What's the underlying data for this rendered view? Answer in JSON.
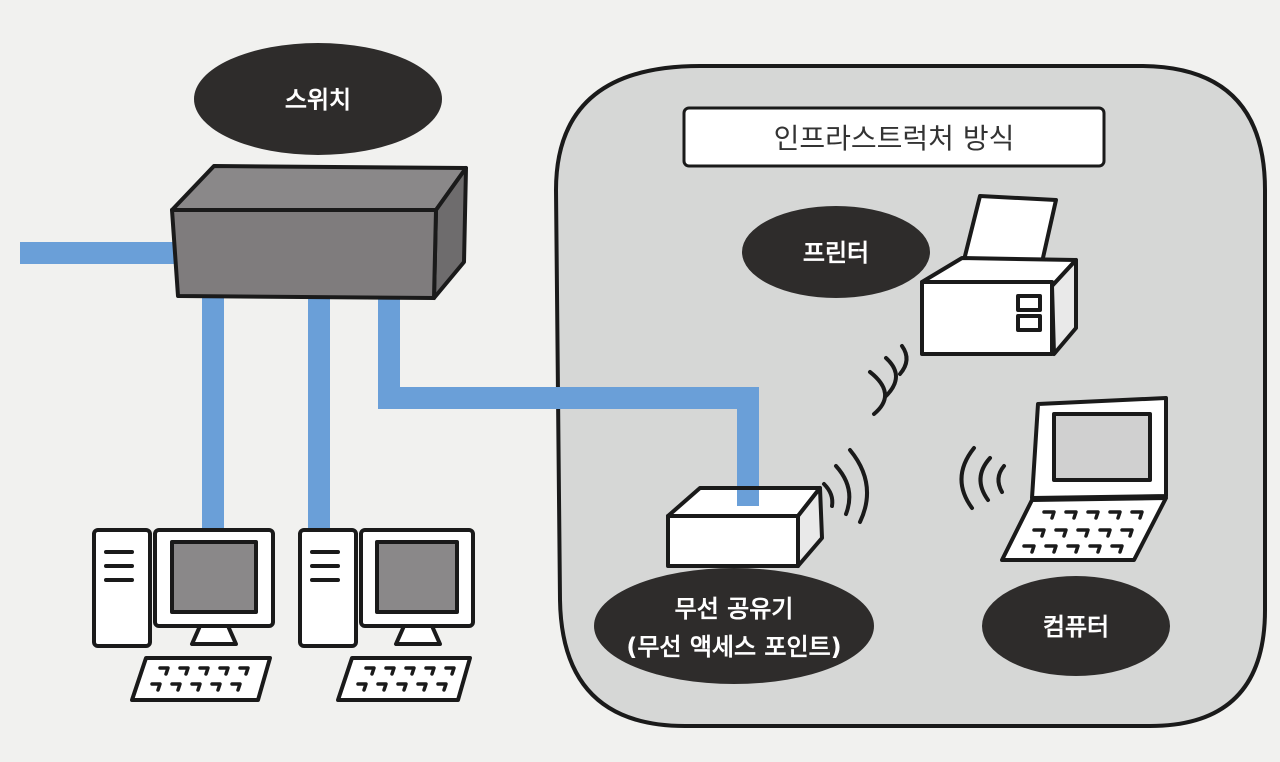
{
  "labels": {
    "switch": "스위치",
    "infrastructure_mode": "인프라스트럭처 방식",
    "printer": "프린터",
    "wireless_router_line1": "무선 공유기",
    "wireless_router_line2": "(무선 액세스 포인트)",
    "computer": "컴퓨터"
  },
  "colors": {
    "background": "#f1f1ef",
    "cable": "#6a9fd8",
    "label_fill": "#2e2c2b",
    "wireless_area": "#d6d7d6",
    "switch_body": "#7f7c7d",
    "switch_top": "#8a8889",
    "screen": "#8a8889"
  },
  "icons": {
    "switch": "network-switch-icon",
    "printer": "printer-icon",
    "router": "wireless-router-icon",
    "laptop": "laptop-icon",
    "desktop": "desktop-computer-icon",
    "wireless": "wireless-signal-icon"
  }
}
